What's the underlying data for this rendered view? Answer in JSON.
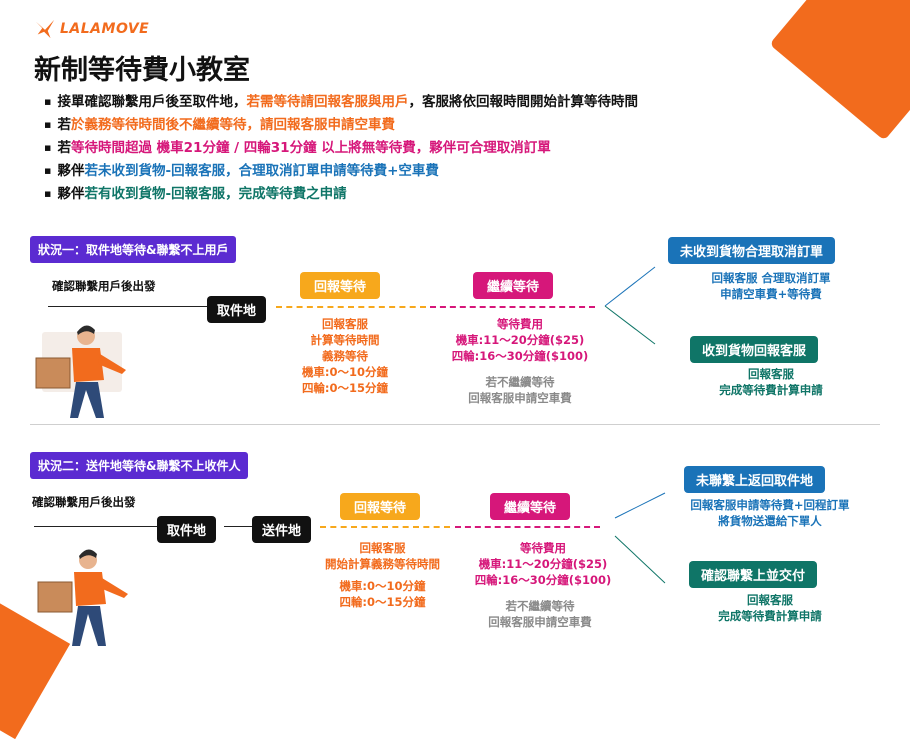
{
  "brand": {
    "name": "LALAMOVE",
    "color": "#f26b1d"
  },
  "title": "新制等待費小教室",
  "bullets": [
    {
      "parts": [
        {
          "text": "接單確認聯繫用戶後至取件地，",
          "color": "dark"
        },
        {
          "text": "若需等待請回報客服與用戶",
          "color": "orange"
        },
        {
          "text": "，客服將依回報時間開始計算等待時間",
          "color": "dark"
        }
      ]
    },
    {
      "parts": [
        {
          "text": "若",
          "color": "dark"
        },
        {
          "text": "於義務等待時間後不繼續等待，請回報客服申請空車費",
          "color": "orange"
        }
      ]
    },
    {
      "parts": [
        {
          "text": "若",
          "color": "dark"
        },
        {
          "text": "等待時間超過 機車21分鐘 / 四輪31分鐘 以上將無等待費，夥伴可合理取消訂單",
          "color": "pink"
        }
      ]
    },
    {
      "parts": [
        {
          "text": "夥伴",
          "color": "dark"
        },
        {
          "text": "若未收到貨物-回報客服，合理取消訂單申請等待費+空車費",
          "color": "blue"
        }
      ]
    },
    {
      "parts": [
        {
          "text": "夥伴",
          "color": "dark"
        },
        {
          "text": "若有收到貨物-回報客服，完成等待費之申請",
          "color": "teal"
        }
      ]
    }
  ],
  "scenario1": {
    "tag": "狀況一：取件地等待&聯繫不上用戶",
    "confirm": "確認聯繫用戶後出發",
    "pickup": "取件地",
    "report_tag": "回報等待",
    "report_lines": [
      "回報客服",
      "計算等待時間",
      "義務等待",
      "機車:0～10分鐘",
      "四輪:0～15分鐘"
    ],
    "continue_tag": "繼續等待",
    "fee_lines": [
      "等待費用",
      "機車:11～20分鐘($25)",
      "四輪:16～30分鐘($100)"
    ],
    "stop_lines": [
      "若不繼續等待",
      "回報客服申請空車費"
    ],
    "outcome_a_tag": "未收到貨物合理取消訂單",
    "outcome_a_lines": [
      "回報客服 合理取消訂單",
      "申請空車費+等待費"
    ],
    "outcome_b_tag": "收到貨物回報客服",
    "outcome_b_lines": [
      "回報客服",
      "完成等待費計算申請"
    ]
  },
  "scenario2": {
    "tag": "狀況二：送件地等待&聯繫不上收件人",
    "confirm": "確認聯繫用戶後出發",
    "pickup": "取件地",
    "delivery": "送件地",
    "report_tag": "回報等待",
    "report_lines": [
      "回報客服",
      "開始計算義務等待時間",
      "機車:0～10分鐘",
      "四輪:0～15分鐘"
    ],
    "continue_tag": "繼續等待",
    "fee_lines": [
      "等待費用",
      "機車:11～20分鐘($25)",
      "四輪:16～30分鐘($100)"
    ],
    "stop_lines": [
      "若不繼續等待",
      "回報客服申請空車費"
    ],
    "outcome_a_tag": "未聯繫上返回取件地",
    "outcome_a_lines": [
      "回報客服申請等待費+回程訂單",
      "將貨物送還給下單人"
    ],
    "outcome_b_tag": "確認聯繫上並交付",
    "outcome_b_lines": [
      "回報客服",
      "完成等待費計算申請"
    ]
  },
  "colors": {
    "orange": "#f26b1d",
    "amber": "#f7a81c",
    "pink": "#d6177a",
    "blue": "#1a73b8",
    "teal": "#0f7567",
    "purple": "#5b2bd1"
  }
}
